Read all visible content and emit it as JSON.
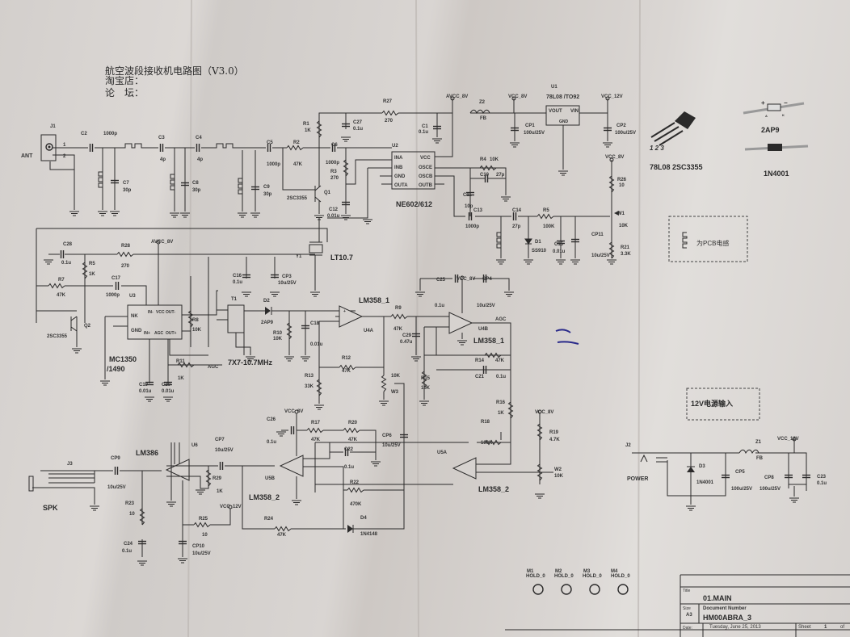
{
  "header": {
    "title": "航空波段接收机电路图（V3.0）",
    "shop": "淘宝店：",
    "forum": "论　坛："
  },
  "rf": {
    "j1": "J1",
    "ant": "ANT",
    "p1": "1",
    "p2": "2",
    "c2": "C2",
    "c2v": "1000p",
    "c3": "C3",
    "c3v": "4p",
    "c4": "C4",
    "c4v": "4p",
    "c5": "C5",
    "c5v": "1000p",
    "r2": "R2",
    "r2v": "47K",
    "c6": "C6",
    "c6v": "1000p",
    "c7": "C7",
    "c7v": "30p",
    "c8": "C8",
    "c8v": "30p",
    "c9": "C9",
    "c9v": "30p",
    "r1": "R1",
    "r1v": "1K",
    "c27": "C27",
    "c27v": "0.1u",
    "r27": "R27",
    "r27v": "270",
    "r3": "R3",
    "r3v": "270",
    "c12": "C12",
    "c12v": "0.01u",
    "q1": "Q1",
    "q1v": "2SC3355"
  },
  "mixer": {
    "u2": "U2",
    "part": "NE602/612",
    "pins_left": [
      "INA",
      "INB",
      "GND",
      "OUTA"
    ],
    "pins_right": [
      "VCC",
      "OSCE",
      "OSCB",
      "OUTB"
    ],
    "avcc": "AVCC_8V",
    "c1": "C1",
    "c1v": "0.1u",
    "z2": "Z2",
    "z2v": "FB",
    "vcc8": "VCC_8V",
    "cp1": "CP1",
    "cp1v": "100u/25V",
    "u1": "U1",
    "u1part": "78L08 /TO92",
    "vout": "VOUT",
    "vin": "VIN",
    "gnd": "GND",
    "vcc12": "VCC_12V",
    "cp2": "CP2",
    "cp2v": "100u/25V",
    "r4": "R4",
    "r4v": "10K",
    "c10": "C10",
    "c10v": "27p",
    "c11": "C11",
    "c11v": "10p",
    "c13": "C13",
    "c13v": "1000p",
    "c14": "C14",
    "c14v": "27p",
    "r5": "R5",
    "r5v": "100K",
    "d1": "D1",
    "d1v": "SS910",
    "c15": "C15",
    "c15v": "0.01u",
    "cp11": "CP11",
    "cp11v": "10u/25V",
    "vcc8b": "VCC_8V",
    "r26": "R26",
    "r26v": "10",
    "w1": "W1",
    "w1v": "10K",
    "r21": "R21",
    "r21v": "3.3K",
    "pcb_note": "为PCB电感",
    "y1": "Y1",
    "y1v": "LT10.7"
  },
  "legend": {
    "pins": "1 2 3",
    "parts": "78L08  2SC3355",
    "d_top": "2AP9",
    "d_bottom": "1N4001",
    "plus": "+",
    "minus": "−",
    "a": "A",
    "k": "K"
  },
  "if_stage": {
    "c28": "C28",
    "c28v": "0.1u",
    "r28": "R28",
    "r28v": "270",
    "avcc": "AVCC_8V",
    "r5": "R5",
    "r5v": "1K",
    "r7": "R7",
    "r7v": "47K",
    "c17": "C17",
    "c17v": "1000p",
    "u3": "U3",
    "nk": "NK",
    "gnd": "GND",
    "inm": "IN-",
    "vcc": "VCC",
    "outm": "OUT-",
    "outp": "OUT+",
    "inp": "IN+",
    "agc_pin": "AGC",
    "q2": "Q2",
    "q2v": "2SC3355",
    "ic": "MC1350",
    "ic2": "/1490",
    "r8": "R8",
    "r8v": "10K",
    "c19": "C19",
    "c19v": "0.01u",
    "c20": "C20",
    "c20v": "0.01u",
    "r11": "R11",
    "r11v": "1K",
    "agc": "AGC",
    "c16": "C16",
    "c16v": "0.1u",
    "cp3": "CP3",
    "cp3v": "10u/25V",
    "t1": "T1",
    "t1v": "7X7-10.7MHz",
    "d2": "D2",
    "d2v": "2AP9",
    "r10": "R10",
    "r10v": "10K",
    "c18": "C18",
    "c18v": "0.01u"
  },
  "detector": {
    "op1": "LM358_1",
    "u4a": "U4A",
    "r9": "R9",
    "r9v": "47K",
    "c29": "C29",
    "c29v": "0.47u",
    "r12": "R12",
    "r12v": "47K",
    "r13": "R13",
    "r13v": "33K",
    "w3": "W3",
    "w3v": "10K",
    "c25": "C25",
    "c25v": "0.1u",
    "vcc8": "VCC_8V",
    "cp4": "CP4",
    "cp4v": "10u/25V",
    "u4b": "U4B",
    "op1b": "LM358_1",
    "agc": "AGC",
    "r14": "R14",
    "r14v": "47K",
    "c21": "C21",
    "c21v": "0.1u",
    "r15": "R15",
    "r15v": "10K",
    "r16": "R16",
    "r16v": "1K",
    "r18": "R18",
    "r18v": "100K",
    "u5a": "U5A",
    "op2": "LM358_2",
    "vcc8b": "VCC_8V",
    "r19": "R19",
    "r19v": "4.7K",
    "w2": "W2",
    "w2v": "10K"
  },
  "audio": {
    "j3": "J3",
    "spk": "SPK",
    "cp9": "CP9",
    "cp9v": "10u/25V",
    "r23": "R23",
    "r23v": "10",
    "c24": "C24",
    "c24v": "0.1u",
    "lm386": "LM386",
    "u6": "U6",
    "cp7": "CP7",
    "cp7v": "10u/25V",
    "r29": "R29",
    "r29v": "1K",
    "r25": "R25",
    "r25v": "10",
    "vcc12": "VCC_12V",
    "cp10": "CP10",
    "cp10v": "10u/25V",
    "c26": "C26",
    "c26v": "0.1u",
    "vcc8": "VCC_8V",
    "r17": "R17",
    "r17v": "47K",
    "r20": "R20",
    "r20v": "47K",
    "c22": "C22",
    "c22v": "0.1u",
    "cp6": "CP6",
    "cp6v": "10u/25V",
    "u5b": "U5B",
    "op2": "LM358_2",
    "r22": "R22",
    "r22v": "470K",
    "r24": "R24",
    "r24v": "47K",
    "d4": "D4",
    "d4v": "1N4148"
  },
  "power": {
    "box": "12V电源输入",
    "j2": "J2",
    "label": "POWER",
    "d3": "D3",
    "d3v": "1N4001",
    "cp5": "CP5",
    "cp5v": "100u/25V",
    "z1": "Z1",
    "z1v": "FB",
    "vcc12": "VCC_12V",
    "cp8": "CP8",
    "cp8v": "100u/25V",
    "c23": "C23",
    "c23v": "0.1u"
  },
  "holes": [
    {
      "ref": "M1",
      "part": "HOLD_0"
    },
    {
      "ref": "M2",
      "part": "HOLD_0"
    },
    {
      "ref": "M3",
      "part": "HOLD_0"
    },
    {
      "ref": "M4",
      "part": "HOLD_0"
    }
  ],
  "title_block": {
    "title_label": "Title",
    "title": "01.MAIN",
    "size_label": "Size",
    "size": "A3",
    "docnum_label": "Document Number",
    "docnum": "HM00ABRA_3",
    "date_label": "Date:",
    "date": "Tuesday, June 25, 2013",
    "sheet_label": "Sheet",
    "sheet": "1",
    "of_label": "of"
  },
  "colors": {
    "paper": "#d8d4d1",
    "ink": "#2b2a2a",
    "pen_mark": "#2a2a8a"
  }
}
